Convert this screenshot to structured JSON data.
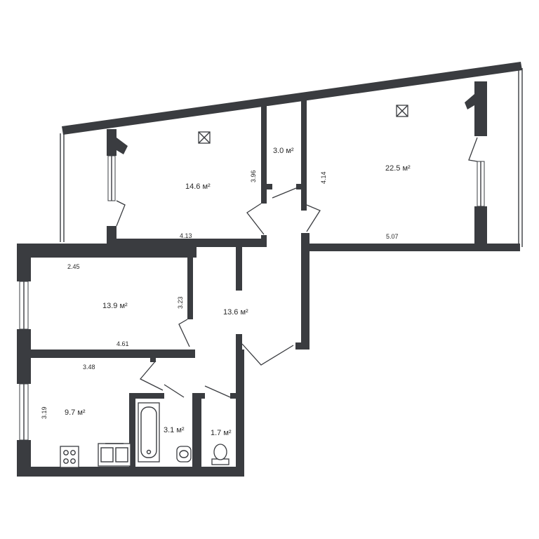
{
  "rooms": [
    {
      "id": "room-1",
      "area": "14.6 м²"
    },
    {
      "id": "room-2",
      "area": "3.0 м²"
    },
    {
      "id": "room-3",
      "area": "22.5 м²"
    },
    {
      "id": "room-4",
      "area": "13.9 м²"
    },
    {
      "id": "hall",
      "area": "13.6 м²"
    },
    {
      "id": "kitchen",
      "area": "9.7 м²"
    },
    {
      "id": "bath",
      "area": "3.1 м²"
    },
    {
      "id": "wc",
      "area": "1.7 м²"
    }
  ],
  "dimensions": [
    "3.96",
    "4.13",
    "4.14",
    "5.07",
    "2.45",
    "3.23",
    "4.61",
    "3.48",
    "3.19"
  ],
  "fixtures": [
    "ventilation-icon",
    "stove-icon",
    "sink-icon",
    "bathtub-icon",
    "washbasin-icon",
    "toilet-icon"
  ],
  "colors": {
    "wall": "#3a3c40",
    "background": "#ffffff"
  }
}
